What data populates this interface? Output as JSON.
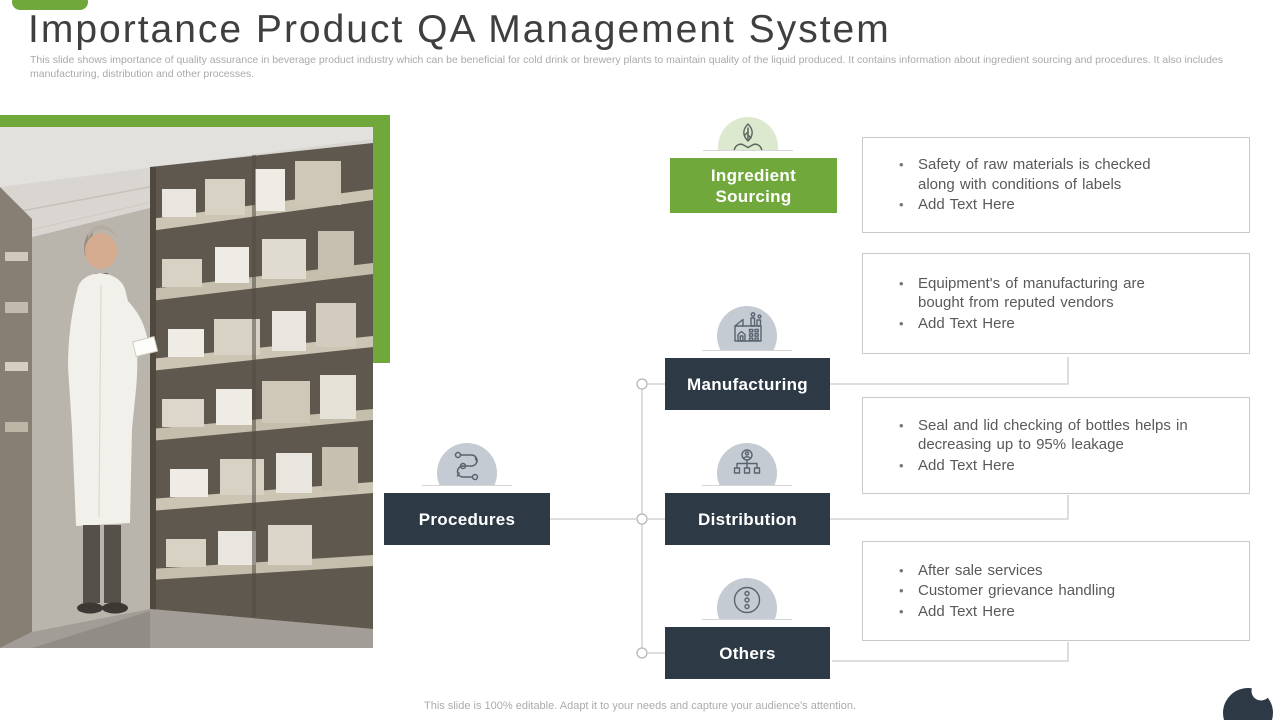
{
  "slide": {
    "title": "Importance Product QA Management System",
    "subtitle": "This slide shows importance of quality assurance in beverage product industry which can be beneficial for cold drink or brewery plants to maintain quality of the liquid produced. It contains information about ingredient sourcing and procedures. It also includes manufacturing, distribution and other processes.",
    "footer": "This slide is 100% editable. Adapt it to your needs and capture your audience's attention."
  },
  "colors": {
    "accent_green": "#71A83C",
    "accent_green_light": "#DDE9CE",
    "dark_navy": "#2D3A45",
    "icon_circle_gray": "#C5CBD3",
    "connector_gray": "#CBCBCB",
    "body_text": "#595959"
  },
  "diagram": {
    "nodes": [
      {
        "label": "Ingredient\nSourcing",
        "icon": "leaf-hands-icon",
        "variant": "green"
      },
      {
        "label": "Manufacturing",
        "icon": "factory-icon",
        "variant": "dark"
      },
      {
        "label": "Procedures",
        "icon": "process-flow-icon",
        "variant": "dark"
      },
      {
        "label": "Distribution",
        "icon": "org-hierarchy-icon",
        "variant": "dark"
      },
      {
        "label": "Others",
        "icon": "more-options-icon",
        "variant": "dark"
      }
    ],
    "callouts": [
      {
        "bullets": [
          "Safety of raw materials is checked\nalong with conditions of labels",
          "Add Text Here"
        ]
      },
      {
        "bullets": [
          "Equipment's of manufacturing are\nbought from reputed vendors",
          "Add Text Here"
        ]
      },
      {
        "bullets": [
          "Seal and lid checking of bottles helps in\ndecreasing up to 95% leakage",
          "Add Text Here"
        ]
      },
      {
        "bullets": [
          "After sale services",
          "Customer grievance handling",
          "Add Text Here"
        ]
      }
    ]
  }
}
